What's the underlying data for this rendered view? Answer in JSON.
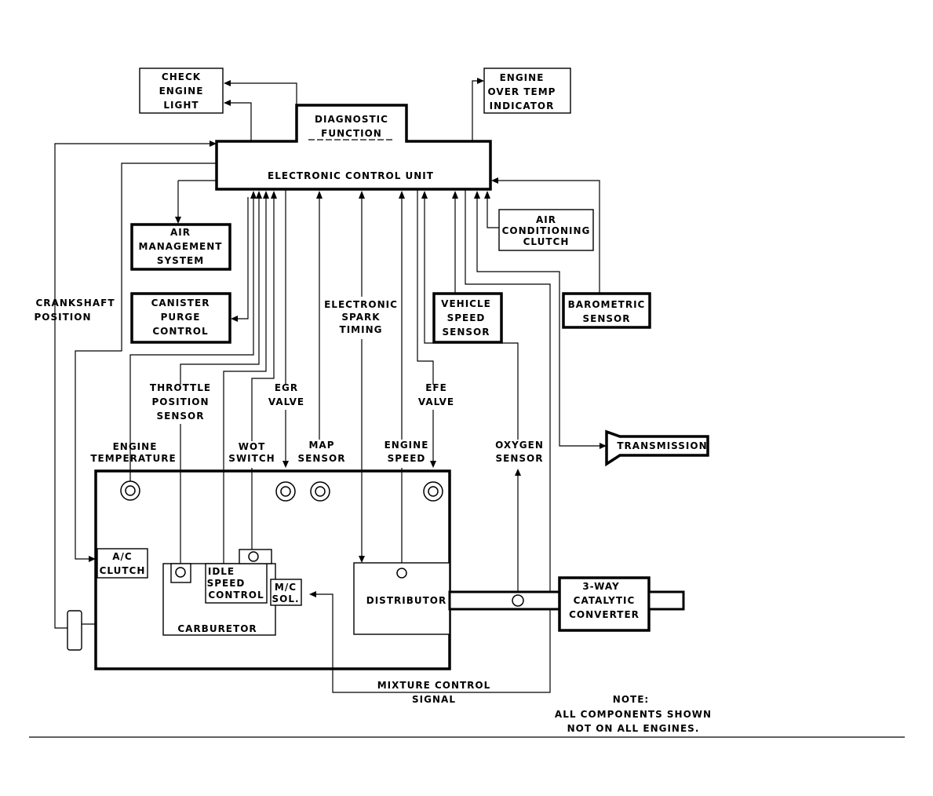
{
  "ecu": {
    "label": "ELECTRONIC CONTROL UNIT"
  },
  "diagnostic": {
    "line1": "DIAGNOSTIC",
    "line2": "FUNCTION"
  },
  "check_engine": {
    "line1": "CHECK",
    "line2": "ENGINE",
    "line3": "LIGHT"
  },
  "overtemp": {
    "line1": "ENGINE",
    "line2": "OVER TEMP",
    "line3": "INDICATOR"
  },
  "air_mgmt": {
    "line1": "AIR",
    "line2": "MANAGEMENT",
    "line3": "SYSTEM"
  },
  "canister": {
    "line1": "CANISTER",
    "line2": "PURGE",
    "line3": "CONTROL"
  },
  "ac_clutch_sensor": {
    "line1": "AIR",
    "line2": "CONDITIONING",
    "line3": "CLUTCH"
  },
  "vss": {
    "line1": "VEHICLE",
    "line2": "SPEED",
    "line3": "SENSOR"
  },
  "baro": {
    "line1": "BAROMETRIC",
    "line2": "SENSOR"
  },
  "crankshaft": {
    "line1": "CRANKSHAFT",
    "line2": "POSITION"
  },
  "spark": {
    "line1": "ELECTRONIC",
    "line2": "SPARK",
    "line3": "TIMING"
  },
  "tps": {
    "line1": "THROTTLE",
    "line2": "POSITION",
    "line3": "SENSOR"
  },
  "egr": {
    "line1": "EGR",
    "line2": "VALVE"
  },
  "efe": {
    "line1": "EFE",
    "line2": "VALVE"
  },
  "engine_temp": {
    "line1": "ENGINE",
    "line2": "TEMPERATURE"
  },
  "wot": {
    "line1": "WOT",
    "line2": "SWITCH"
  },
  "map": {
    "line1": "MAP",
    "line2": "SENSOR"
  },
  "engine_speed": {
    "line1": "ENGINE",
    "line2": "SPEED"
  },
  "oxygen": {
    "line1": "OXYGEN",
    "line2": "SENSOR"
  },
  "transmission": {
    "label": "TRANSMISSION"
  },
  "ac_clutch": {
    "line1": "A/C",
    "line2": "CLUTCH"
  },
  "isc": {
    "line1": "IDLE",
    "line2": "SPEED",
    "line3": "CONTROL"
  },
  "mc_sol": {
    "line1": "M/C",
    "line2": "SOL."
  },
  "carburetor": {
    "label": "CARBURETOR"
  },
  "distributor": {
    "label": "DISTRIBUTOR"
  },
  "catalytic": {
    "line1": "3-WAY",
    "line2": "CATALYTIC",
    "line3": "CONVERTER"
  },
  "mixture": {
    "line1": "MIXTURE CONTROL",
    "line2": "SIGNAL"
  },
  "note": {
    "line1": "NOTE:",
    "line2": "ALL COMPONENTS SHOWN",
    "line3": "NOT ON ALL ENGINES."
  }
}
